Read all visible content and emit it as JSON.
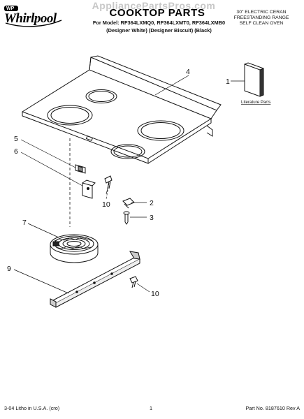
{
  "watermark": "AppliancePartsPros.com",
  "brand": {
    "tag": "WP",
    "name": "Whirlpool"
  },
  "header": {
    "title": "COOKTOP PARTS",
    "models_line1": "For Model: RF364LXMQ0, RF364LXMT0, RF364LXMB0",
    "models_line2": "(Designer White) (Designer Biscuit) (Black)",
    "range_line1": "30\" ELECTRIC CERAN",
    "range_line2": "FREESTANDING RANGE",
    "range_line3": "SELF CLEAN OVEN"
  },
  "diagram": {
    "callouts": {
      "c1": "1",
      "c2": "2",
      "c3": "3",
      "c4": "4",
      "c5": "5",
      "c6": "6",
      "c7": "7",
      "c9": "9",
      "c10a": "10",
      "c10b": "10"
    },
    "literature_label": "Literature Parts"
  },
  "footer": {
    "left": "3-04 Litho in U.S.A. (cro)",
    "page": "1",
    "part_no": "Part No. 8187610 Rev A"
  }
}
